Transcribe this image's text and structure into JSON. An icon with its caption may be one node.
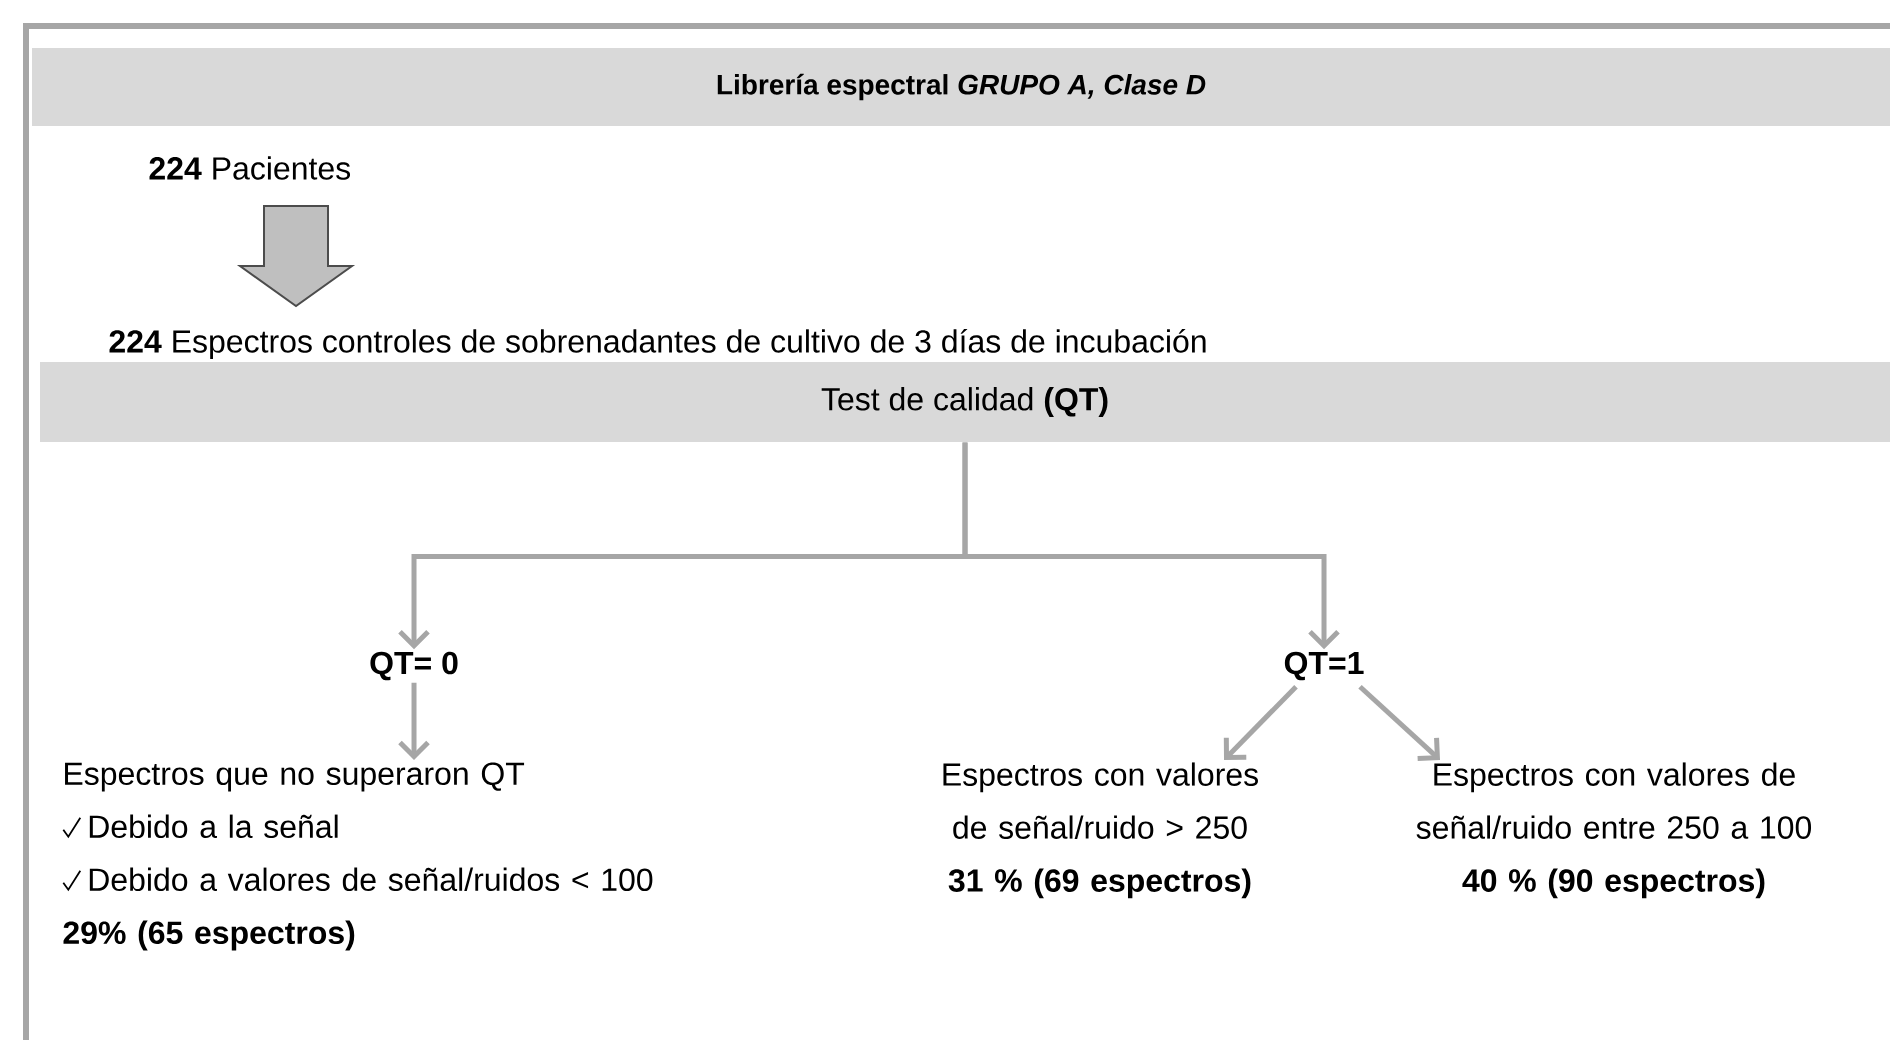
{
  "diagram": {
    "nodes": [
      {
        "text": [
          "Librería espectral *GRUPO A, Clase D*"
        ]
      },
      {
        "text": [
          "**224** Pacientes"
        ]
      },
      {
        "text": [
          "**224** Espectros controles de sobrenadantes de cultivo de 3 días de incubación"
        ]
      },
      {
        "text": [
          "Test de calidad **(QT)**"
        ]
      },
      {
        "text": [
          "QT= 0"
        ]
      },
      {
        "text": [
          "QT=1"
        ]
      },
      {
        "text": [
          "Espectros que no superaron QT",
          "Debido a la señal",
          "Debido a valores de señal/ruidos < 100",
          "29% (65 espectros)"
        ]
      },
      {
        "text": [
          "Espectros con valores de señal/ruido > 250",
          "31 % (69 espectros)"
        ]
      },
      {
        "text": [
          "Espectros con valores de señal/ruido entre 250 a 100",
          "40 % (90 espectros)"
        ]
      }
    ],
    "edges": [
      {
        "from": 1,
        "to": 2,
        "arrow": "to",
        "style": "thick"
      },
      {
        "from": 3,
        "to": 4,
        "arrow": "to"
      },
      {
        "from": 3,
        "to": 5,
        "arrow": "to"
      },
      {
        "from": 4,
        "to": 6,
        "arrow": "to"
      },
      {
        "from": 5,
        "to": 7,
        "arrow": "to"
      },
      {
        "from": 5,
        "to": 8,
        "arrow": "to"
      }
    ]
  }
}
